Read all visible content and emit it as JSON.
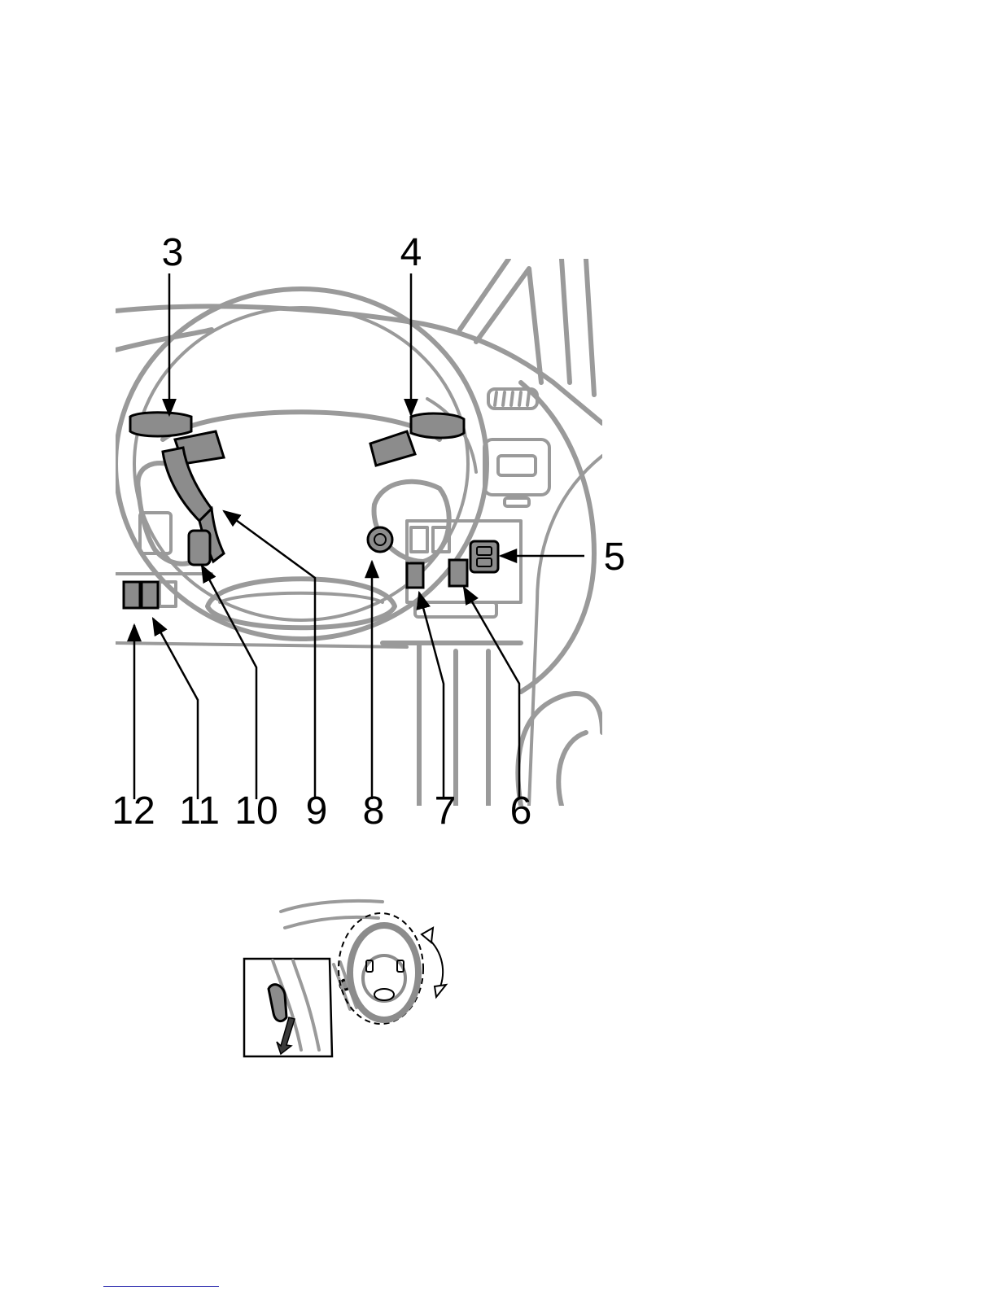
{
  "main_figure": {
    "callouts": {
      "c3": "3",
      "c4": "4",
      "c5": "5",
      "c6": "6",
      "c7": "7",
      "c8": "8",
      "c9": "9",
      "c10": "10",
      "c11": "11",
      "c12": "12"
    }
  },
  "colors": {
    "outline_gray": "#9a9a9a",
    "highlight_gray": "#8c8c8c",
    "ink": "#000000",
    "footer_rule": "#1a1aa8"
  }
}
